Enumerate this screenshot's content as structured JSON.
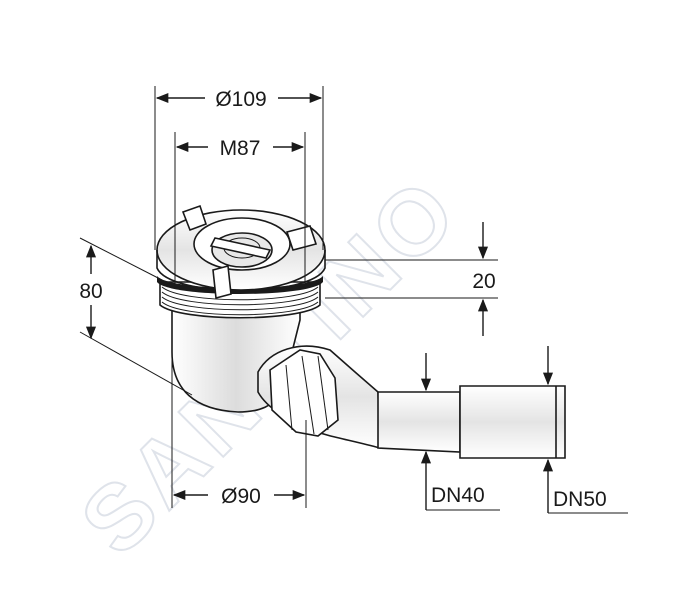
{
  "watermark": {
    "text": "SANITINO"
  },
  "dimensions": {
    "outer_diameter": "Ø109",
    "thread": "M87",
    "height": "80",
    "offset": "20",
    "base_diameter": "Ø90",
    "outlet_small": "DN40",
    "outlet_large": "DN50"
  },
  "colors": {
    "line": "#1a1a1a",
    "body_fill": "#ffffff",
    "shade": "#d6d6d6",
    "watermark": "#dfe3ea"
  }
}
